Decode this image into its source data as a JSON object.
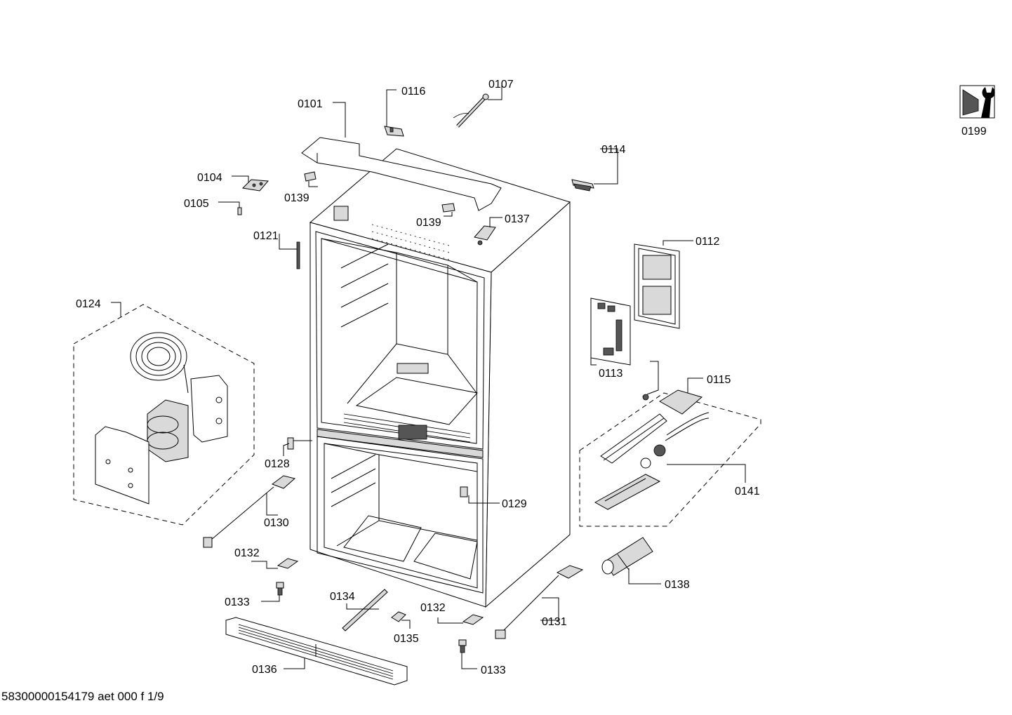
{
  "footer": {
    "document_id": "58300000154179 aet 000 f 1/9"
  },
  "service_tool": {
    "label": "0199"
  },
  "callouts": [
    {
      "id": "0101"
    },
    {
      "id": "0116"
    },
    {
      "id": "0107"
    },
    {
      "id": "0114"
    },
    {
      "id": "0104"
    },
    {
      "id": "0139"
    },
    {
      "id": "0105"
    },
    {
      "id": "0139"
    },
    {
      "id": "0137"
    },
    {
      "id": "0121"
    },
    {
      "id": "0112"
    },
    {
      "id": "0124"
    },
    {
      "id": "0113"
    },
    {
      "id": "0115"
    },
    {
      "id": "0128"
    },
    {
      "id": "0141"
    },
    {
      "id": "0129"
    },
    {
      "id": "0130"
    },
    {
      "id": "0132"
    },
    {
      "id": "0138"
    },
    {
      "id": "0133"
    },
    {
      "id": "0134"
    },
    {
      "id": "0132"
    },
    {
      "id": "0131"
    },
    {
      "id": "0135"
    },
    {
      "id": "0136"
    },
    {
      "id": "0133"
    }
  ]
}
